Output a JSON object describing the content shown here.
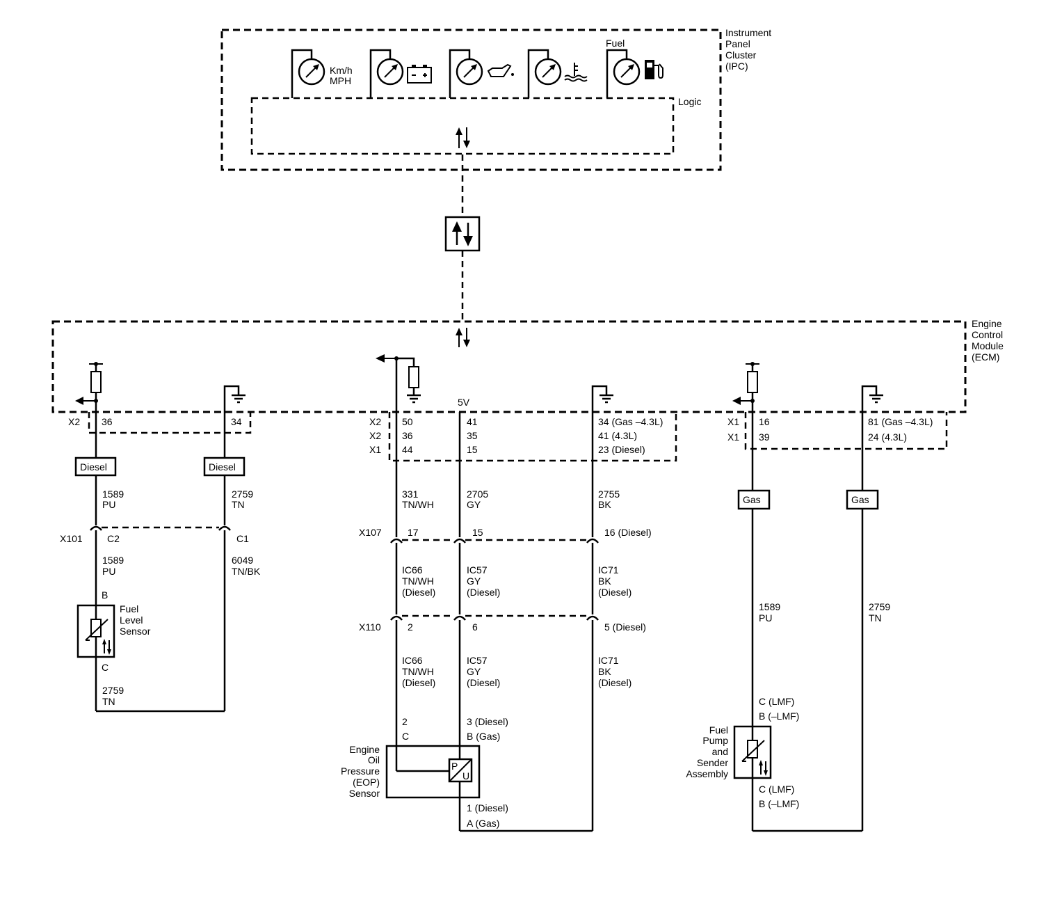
{
  "ipc": {
    "label_lines": [
      "Instrument",
      "Panel",
      "Cluster",
      "(IPC)"
    ],
    "logic": "Logic",
    "speed_lines": [
      "Km/h",
      "MPH"
    ],
    "fuel": "Fuel",
    "gauges": [
      {
        "name": "speedometer",
        "icon": "speed-gauge-icon"
      },
      {
        "name": "voltmeter",
        "icon": "battery-icon"
      },
      {
        "name": "oil-pressure",
        "icon": "oil-can-icon"
      },
      {
        "name": "coolant-temp",
        "icon": "thermometer-icon"
      },
      {
        "name": "fuel-level",
        "icon": "fuel-pump-icon"
      }
    ]
  },
  "ecm": {
    "label_lines": [
      "Engine",
      "Control",
      "Module",
      "(ECM)"
    ],
    "v5": "5V"
  },
  "left_circuit": {
    "connector_a": "X2",
    "pin_a": "36",
    "pin_b": "34",
    "tag_a": "Diesel",
    "tag_b": "Diesel",
    "wire_a_lines": [
      "1589",
      "PU"
    ],
    "wire_b_lines": [
      "2759",
      "TN"
    ],
    "inline": "X101",
    "inline_pin_a": "C2",
    "inline_pin_b": "C1",
    "wire_a2_lines": [
      "1589",
      "PU"
    ],
    "wire_b2_lines": [
      "6049",
      "TN/BK"
    ],
    "sensor_pin_top": "B",
    "sensor_pin_bottom": "C",
    "sensor_lines": [
      "Fuel",
      "Level",
      "Sensor"
    ],
    "wire_c_lines": [
      "2759",
      "TN"
    ]
  },
  "middle_circuit": {
    "connectors": [
      "X2",
      "X2",
      "X1"
    ],
    "pins_a": [
      "50",
      "36",
      "44"
    ],
    "pins_b": [
      "41",
      "35",
      "15"
    ],
    "pins_c": [
      "34 (Gas –4.3L)",
      "41 (4.3L)",
      "23 (Diesel)"
    ],
    "wire_a_lines": [
      "331",
      "TN/WH"
    ],
    "wire_b_lines": [
      "2705",
      "GY"
    ],
    "wire_c_lines": [
      "2755",
      "BK"
    ],
    "x107": "X107",
    "x107_pins": [
      "17",
      "15",
      "16 (Diesel)"
    ],
    "mid_a_lines": [
      "IC66",
      "TN/WH",
      "(Diesel)"
    ],
    "mid_b_lines": [
      "IC57",
      "GY",
      "(Diesel)"
    ],
    "mid_c_lines": [
      "IC71",
      "BK",
      "(Diesel)"
    ],
    "x110": "X110",
    "x110_pins": [
      "2",
      "6",
      "5 (Diesel)"
    ],
    "low_a_lines": [
      "IC66",
      "TN/WH",
      "(Diesel)"
    ],
    "low_b_lines": [
      "IC57",
      "GY",
      "(Diesel)"
    ],
    "low_c_lines": [
      "IC71",
      "BK",
      "(Diesel)"
    ],
    "sensor_pins_a": [
      "2",
      "C"
    ],
    "sensor_pins_b": [
      "3 (Diesel)",
      "B (Gas)"
    ],
    "sensor_lines": [
      "Engine",
      "Oil",
      "Pressure",
      "(EOP)",
      "Sensor"
    ],
    "sensor_symbol_p": "P",
    "sensor_symbol_u": "U",
    "sensor_pins_bottom": [
      "1 (Diesel)",
      "A (Gas)"
    ]
  },
  "right_circuit": {
    "connectors": [
      "X1",
      "X1"
    ],
    "pins_a": [
      "16",
      "39"
    ],
    "pins_b": [
      "81 (Gas –4.3L)",
      "24 (4.3L)"
    ],
    "tag_a": "Gas",
    "tag_b": "Gas",
    "wire_a_lines": [
      "1589",
      "PU"
    ],
    "wire_b_lines": [
      "2759",
      "TN"
    ],
    "pins_top": [
      "C (LMF)",
      "B (–LMF)"
    ],
    "sensor_lines": [
      "Fuel",
      "Pump",
      "and",
      "Sender",
      "Assembly"
    ],
    "pins_bottom": [
      "C (LMF)",
      "B (–LMF)"
    ]
  }
}
